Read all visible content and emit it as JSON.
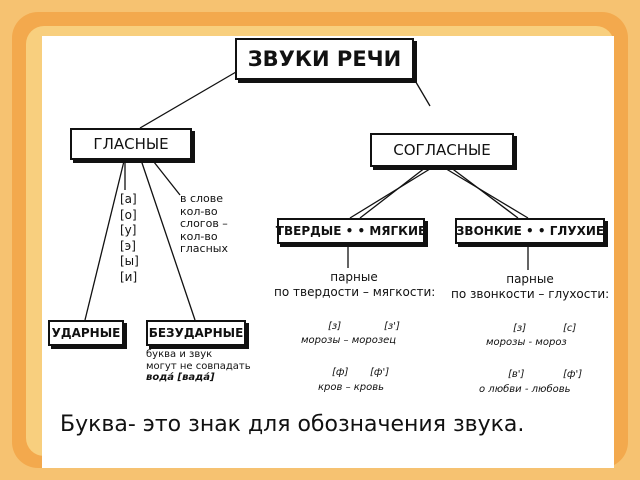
{
  "title": "ЗВУКИ РЕЧИ",
  "branches": {
    "vowels": "ГЛАСНЫЕ",
    "consonants": "СОГЛАСНЫЕ"
  },
  "vowel_letters": [
    "[а]",
    "[о]",
    "[у]",
    "[э]",
    "[ы]",
    "[и]"
  ],
  "vowel_note": [
    "в слове",
    "кол-во",
    "слогов –",
    "кол-во",
    "гласных"
  ],
  "vowel_types": {
    "stressed": "УДАРНЫЕ",
    "unstressed": "БЕЗУДАРНЫЕ"
  },
  "unstressed_note": [
    "буква и звук",
    "могут не совпадать",
    "вода́ [вада́]"
  ],
  "consonant_types": {
    "hard_soft": "ТВЕРДЫЕ • • МЯГКИЕ",
    "voiced_voiceless": "ЗВОНКИЕ • • ГЛУХИЕ"
  },
  "hard_soft_note": [
    "парные",
    "по твердости – мягкости:"
  ],
  "voiced_note": [
    "парные",
    "по звонкости – глухости:"
  ],
  "hard_soft_examples": [
    {
      "a": "[з]",
      "b": "[з']",
      "words": "морозы – морозец"
    },
    {
      "a": "[ф]",
      "b": "[ф']",
      "words": "кров – кровь"
    }
  ],
  "voiced_examples": [
    {
      "a": "[з]",
      "b": "[с]",
      "words": "морозы - мороз"
    },
    {
      "a": "[в']",
      "b": "[ф']",
      "words": "о любви - любовь"
    }
  ],
  "caption": "Буква- это знак для обозначения звука."
}
